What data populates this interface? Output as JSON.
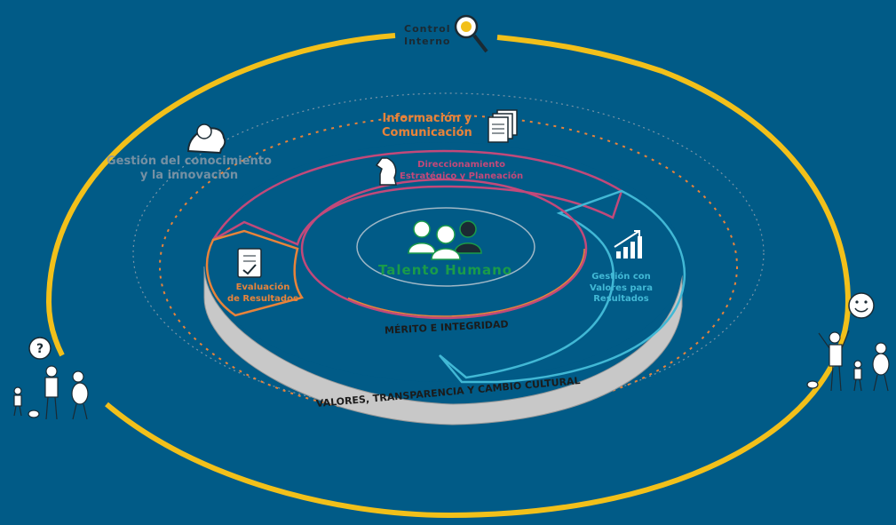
{
  "center": {
    "title": "Talento Humano"
  },
  "dimensions": {
    "control": "Control\nInterno",
    "knowledge": "Gestión del conocimiento\ny la innovación",
    "information": "Información y\nComunicación",
    "direction": "Direccionamiento\nEstratégico y Planeación",
    "results_mgmt": "Gestión con\nValores para\nResultados",
    "evaluation": "Evaluación\nde Resultados"
  },
  "ribbons": {
    "inner": "MÉRITO E INTEGRIDAD",
    "outer": "VALORES, TRANSPARENCIA Y CAMBIO CULTURAL"
  },
  "colors": {
    "background": "#015b87",
    "outer_ring": "#f2c01a",
    "direction": "#c2497a",
    "results": "#41b8d5",
    "evaluation": "#e8833a",
    "center_text": "#1a9b4a",
    "ribbon": "#c8c8c8"
  },
  "icons": [
    "magnifier-icon",
    "brain-head-icon",
    "documents-icon",
    "chess-knight-icon",
    "bar-chart-icon",
    "checklist-icon",
    "people-group-icon",
    "smiley-icon",
    "question-icon"
  ]
}
